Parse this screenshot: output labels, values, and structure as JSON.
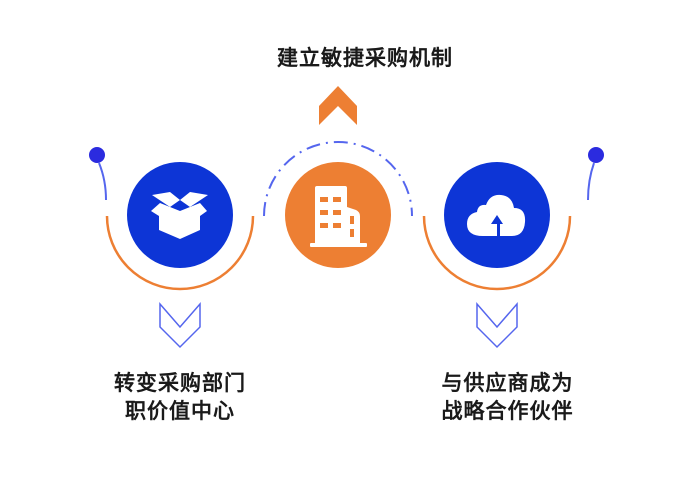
{
  "title": "建立敏捷采购机制",
  "steps": [
    {
      "line1": "转变采购部门",
      "line2": "职价值中心",
      "icon": "open-box-icon"
    },
    {
      "icon": "office-building-icon"
    },
    {
      "line1": "与供应商成为",
      "line2": "战略合作伙伴",
      "icon": "cloud-upload-icon"
    }
  ],
  "colors": {
    "blue": "#0d35d6",
    "orange": "#ed7f33",
    "dot": "#2b2bdf",
    "line": "#5566ee"
  }
}
